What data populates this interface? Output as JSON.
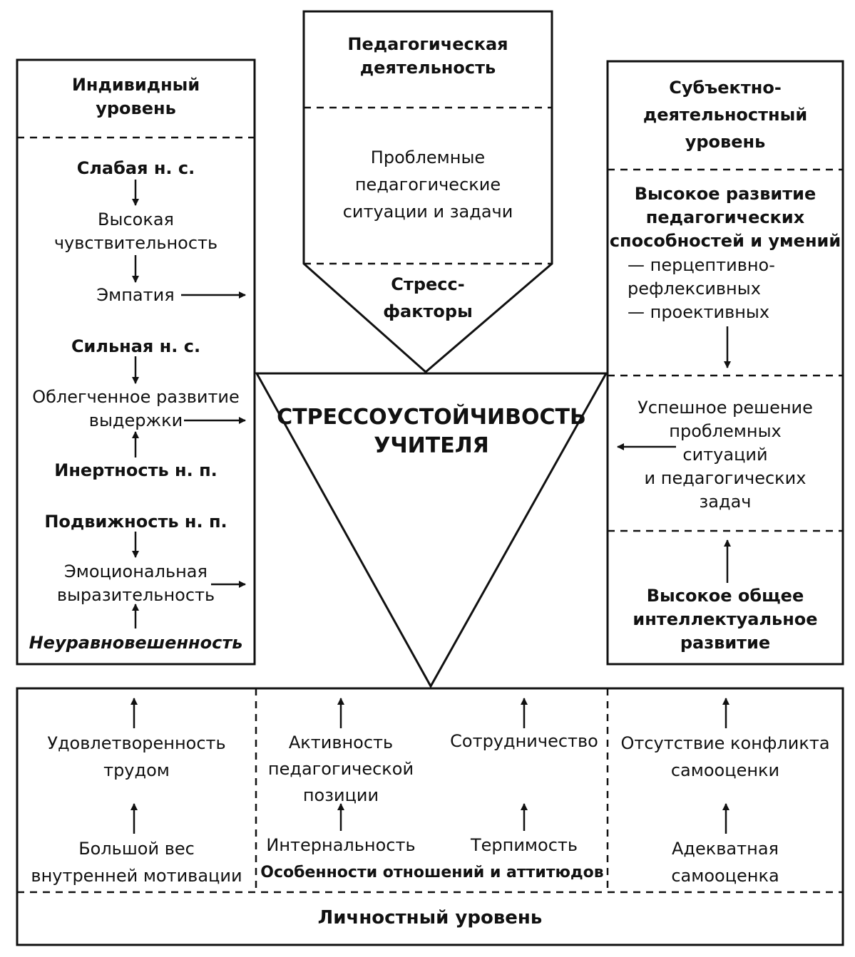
{
  "left": {
    "title": "Индивидный\nуровень",
    "weak": "Слабая н. с.",
    "sensitivity": "Высокая\nчувствительность",
    "empathy": "Эмпатия",
    "strong": "Сильная н. с.",
    "restraint": "Облегченное развитие\nвыдержки",
    "inertness": "Инертность н. п.",
    "mobility": "Подвижность н. п.",
    "expressiveness": "Эмоциональная\nвыразительность",
    "imbalance": "Неуравновешенность"
  },
  "top": {
    "title": "Педагогическая\nдеятельность",
    "problems": "Проблемные\nпедагогические\nситуации и задачи",
    "stress": "Стресс-\nфакторы"
  },
  "center": {
    "title": "СТРЕССОУСТОЙЧИВОСТЬ\nУЧИТЕЛЯ"
  },
  "right": {
    "title": "Субъектно-\nдеятельностный\nуровень",
    "abilities": "Высокое развитие\nпедагогических\nспособностей и умений",
    "kinds": "— перцептивно-\nрефлексивных\n— проективных",
    "success": "Успешное решение\nпроблемных\nситуаций\nи педагогических\nзадач",
    "intellect": "Высокое общее\nинтеллектуальное\nразвитие"
  },
  "bottom": {
    "satisfaction": "Удовлетворенность\nтрудом",
    "motivation": "Большой вес\nвнутренней мотивации",
    "activity": "Активность\nпедагогической\nпозиции",
    "internality": "Интернальность",
    "cooperation": "Сотрудничество",
    "tolerance": "Терпимость",
    "relations": "Особенности отношений и аттитюдов",
    "noconflict": "Отсутствие конфликта\nсамооценки",
    "adequate": "Адекватная\nсамооценка",
    "level": "Личностный уровень"
  }
}
